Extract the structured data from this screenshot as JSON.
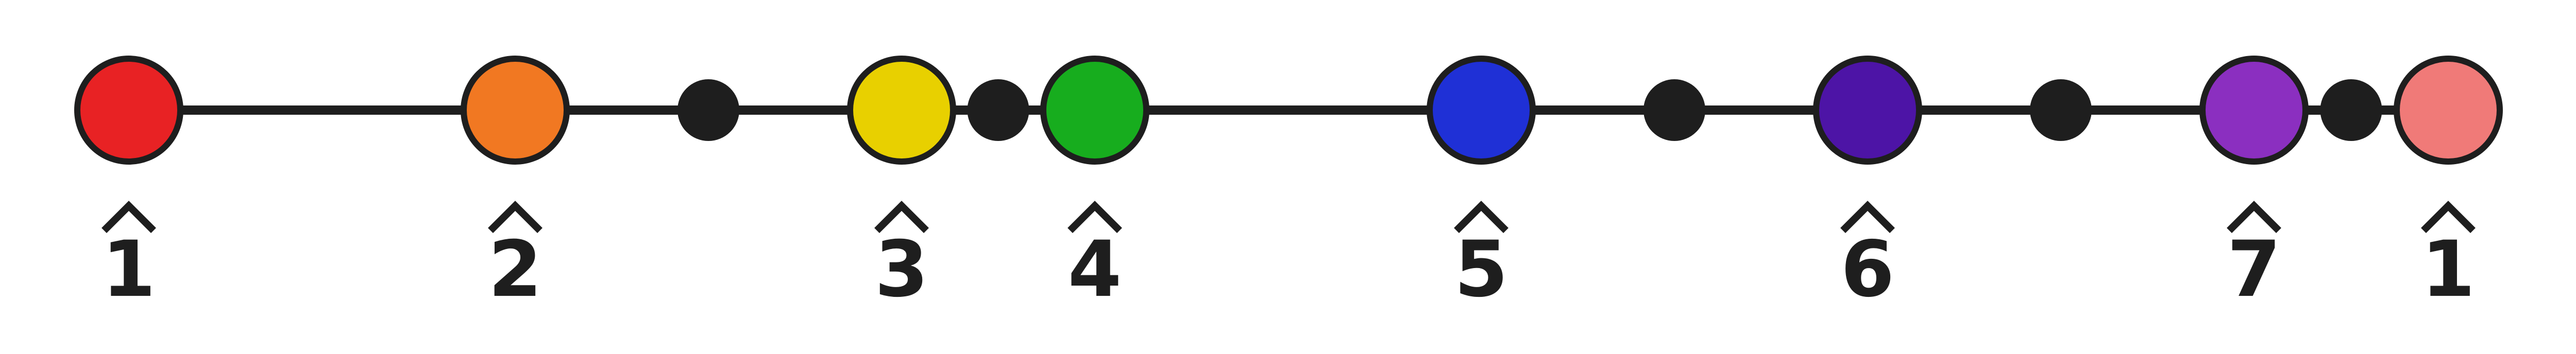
{
  "scale_diagram": {
    "colors": {
      "line": "#1e1e1e",
      "passing_dot": "#1e1e1e",
      "text": "#1e1e1e"
    },
    "degrees": [
      {
        "label": "1",
        "color": "#e82224"
      },
      {
        "label": "2",
        "color": "#f17822"
      },
      {
        "label": "3",
        "color": "#e8d000"
      },
      {
        "label": "4",
        "color": "#17ad1e"
      },
      {
        "label": "5",
        "color": "#1f30d6"
      },
      {
        "label": "6",
        "color": "#4d14a6"
      },
      {
        "label": "7",
        "color": "#8b2fc0"
      },
      {
        "label": "1",
        "color": "#f07a78"
      }
    ],
    "passing_dots_after_degree": [
      1,
      2,
      4,
      5,
      6
    ]
  }
}
